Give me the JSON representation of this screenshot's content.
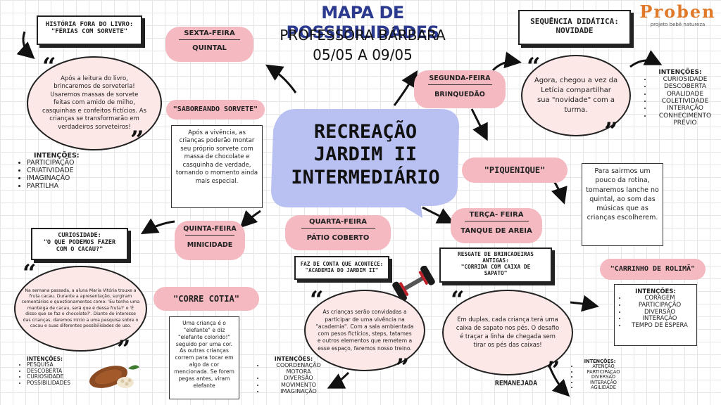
{
  "header": {
    "title": "MAPA DE POSSIBILIDADES",
    "teacher": "PROFESSORA BÁRBARA",
    "dates": "05/05 A 09/05"
  },
  "logo": {
    "text": "Proben",
    "subtitle": "projeto bebê natureza"
  },
  "center": {
    "line1": "RECREAÇÃO",
    "line2": "JARDIM II",
    "line3": "INTERMEDIÁRIO"
  },
  "friday": {
    "day": "SEXTA-FEIRA",
    "place": "QUINTAL",
    "book_box": {
      "line1": "HISTÓRIA FORA DO LIVRO:",
      "line2": "\"FÉRIAS COM SORVETE\""
    },
    "bubble": "Após a leitura do livro, brincaremos de sorveteria! Usaremos massas de sorvete feitas com amido de milho, casquinhas e confeitos fictícios. As crianças se transformarão em verdadeiros sorveteiros!",
    "intents_title": "INTENÇÕES:",
    "intents": [
      "PARTICIPAÇÃO",
      "CRIATIVIDADE",
      "IMAGINAÇÃO",
      "PARTILHA"
    ],
    "activity": "\"SABOREANDO SORVETE\"",
    "activity_note": "Após a vivência, as crianças poderão montar seu próprio sorvete com massa de chocolate e casquinha de verdade, tornando o momento ainda mais especial."
  },
  "thursday": {
    "day": "QUINTA-FEIRA",
    "place": "MINICIDADE",
    "curiosity_box": {
      "line1": "CURIOSIDADE:",
      "line2": "\"O QUE PODEMOS FAZER",
      "line3": "COM O CACAU?\""
    },
    "bubble": "Na semana passada, a aluna Maria Vitória trouxe a fruta cacau. Durante a apresentação, surgiram comentários e questionamentos como: 'Eu tenho uma manteiga de cacau, será que é dessa fruta?' e 'É disso que se faz o chocolate?'. Diante do interesse das crianças, daremos início a uma pesquisa sobre o cacau e suas diferentes possibilidades de uso.",
    "intents_title": "INTENÇÕES:",
    "intents": [
      "PESQUISA",
      "DESCOBERTA",
      "CURIOSIDADE",
      "POSSIBILIDADES"
    ],
    "activity": "\"CORRE COTIA\"",
    "activity_note": "Uma criança é o \"elefante\" e diz \"elefante colorido!\" seguido por uma cor. As outras crianças correm para tocar em algo da cor mencionada. Se forem pegas antes, viram elefante"
  },
  "wednesday": {
    "day": "QUARTA-FEIRA",
    "place": "PÁTIO COBERTO",
    "box": {
      "line1": "FAZ DE CONTA QUE ACONTECE:",
      "line2": "\"ACADEMIA DO JARDIM II\""
    },
    "bubble": "As crianças serão convidadas a participar de uma vivência na \"academia\". Com a sala ambientada com pesos fictícios, steps, tatames e outros elementos que remetem a esse espaço, faremos nosso treino.",
    "intents_title": "INTENÇÕES:",
    "intents": [
      "COORDENAÇÃO MOTORA",
      "DIVERSÃO",
      "MOVIMENTO",
      "IMAGINAÇÃO"
    ]
  },
  "monday": {
    "day": "SEGUNDA-FEIRA",
    "place": "BRINQUEDÃO",
    "box": {
      "line1": "SEQUÊNCIA DIDÁTICA:",
      "line2": "NOVIDADE"
    },
    "bubble": "Agora, chegou a vez da Letícia compartilhar sua \"novidade\" com a turma.",
    "intents_title": "INTENÇÕES:",
    "intents": [
      "CURIOSIDADE",
      "DESCOBERTA",
      "ORALIDADE",
      "COLETIVIDADE",
      "INTERAÇÃO",
      "CONHECIMENTO PRÉVIO"
    ],
    "activity": "\"PIQUENIQUE\"",
    "activity_note": "Para sairmos um pouco da rotina, tomaremos lanche no quintal, ao som das músicas que as crianças escolherem."
  },
  "tuesday": {
    "day": "TERÇA- FEIRA",
    "place": "TANQUE DE AREIA",
    "box": {
      "line1": "RESGATE DE BRINCADEIRAS",
      "line2": "ANTIGAS:",
      "line3": "\"CORRIDA COM CAIXA DE",
      "line4": "SAPATO\""
    },
    "bubble": "Em duplas, cada criança terá uma caixa de sapato nos pés. O desafio é traçar a linha de chegada sem tirar os pés das caixas!",
    "intents_title": "INTENÇÕES:",
    "intents": [
      "ATENÇÃO",
      "PARTICIPAÇÃO",
      "DIVERSÃO",
      "INTERAÇÃO",
      "AGILIDADE"
    ],
    "status": "REMANEJADA",
    "activity": "\"CARRINHO DE ROLIMÃ\"",
    "activity_intents_title": "INTENÇÕES:",
    "activity_intents": [
      "CORAGEM",
      "PARTICIPAÇÃO",
      "DIVERSÃO",
      "INTERAÇÃO",
      "TEMPO DE ESPERA"
    ]
  },
  "colors": {
    "title_blue": "#2b3a8f",
    "pink": "#f4b9c1",
    "bubble_pink": "#fde8e8",
    "center_blue": "#b9c1f2"
  },
  "icons": [
    "quote-open-icon",
    "quote-close-icon",
    "dumbbell-icon",
    "cacao-fruit-icon",
    "arrow-icon"
  ]
}
